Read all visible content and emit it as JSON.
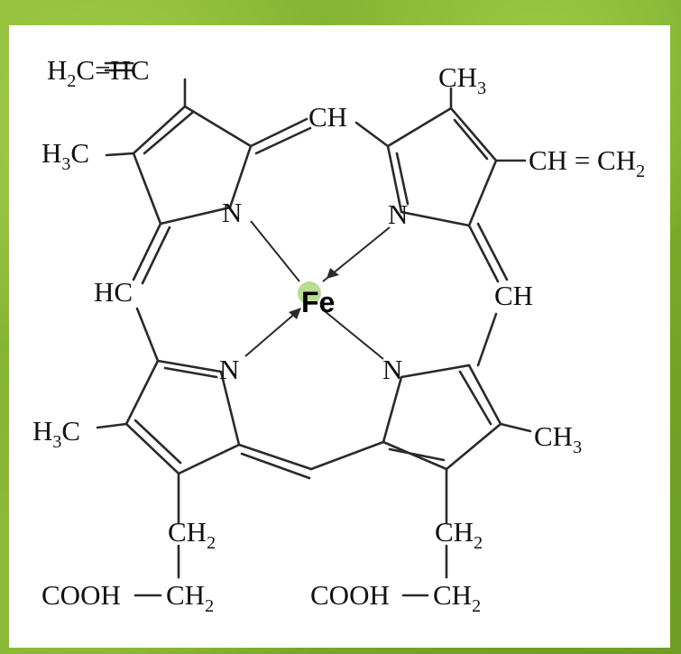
{
  "molecule": {
    "center_atom": "Fe",
    "nitrogens": [
      "N",
      "N",
      "N",
      "N"
    ],
    "labels": {
      "vinyl_top_left_a": "H",
      "vinyl_top_left_b": "2",
      "vinyl_top_left_c": "C",
      "vinyl_top_left_d": "=HC",
      "methyl_a": "H",
      "methyl_b": "3",
      "methyl_c": "C",
      "ch_top": "CH",
      "ch3_top_right_a": "CH",
      "ch3_top_right_b": "3",
      "vinyl_right_a": "CH = CH",
      "vinyl_right_b": "2",
      "hc_left": "HC",
      "ch_right": "CH",
      "methyl_left_a": "H",
      "methyl_left_b": "3",
      "methyl_left_c": "C",
      "ch3_right_a": "CH",
      "ch3_right_b": "3",
      "ch2_left_a": "CH",
      "ch2_left_b": "2",
      "ch2_right_a": "CH",
      "ch2_right_b": "2",
      "cooh_left_a": "COOH",
      "cooh_left_b": "CH",
      "cooh_left_c": "2",
      "cooh_right_a": "COOH",
      "cooh_right_b": "CH",
      "cooh_right_c": "2"
    }
  }
}
